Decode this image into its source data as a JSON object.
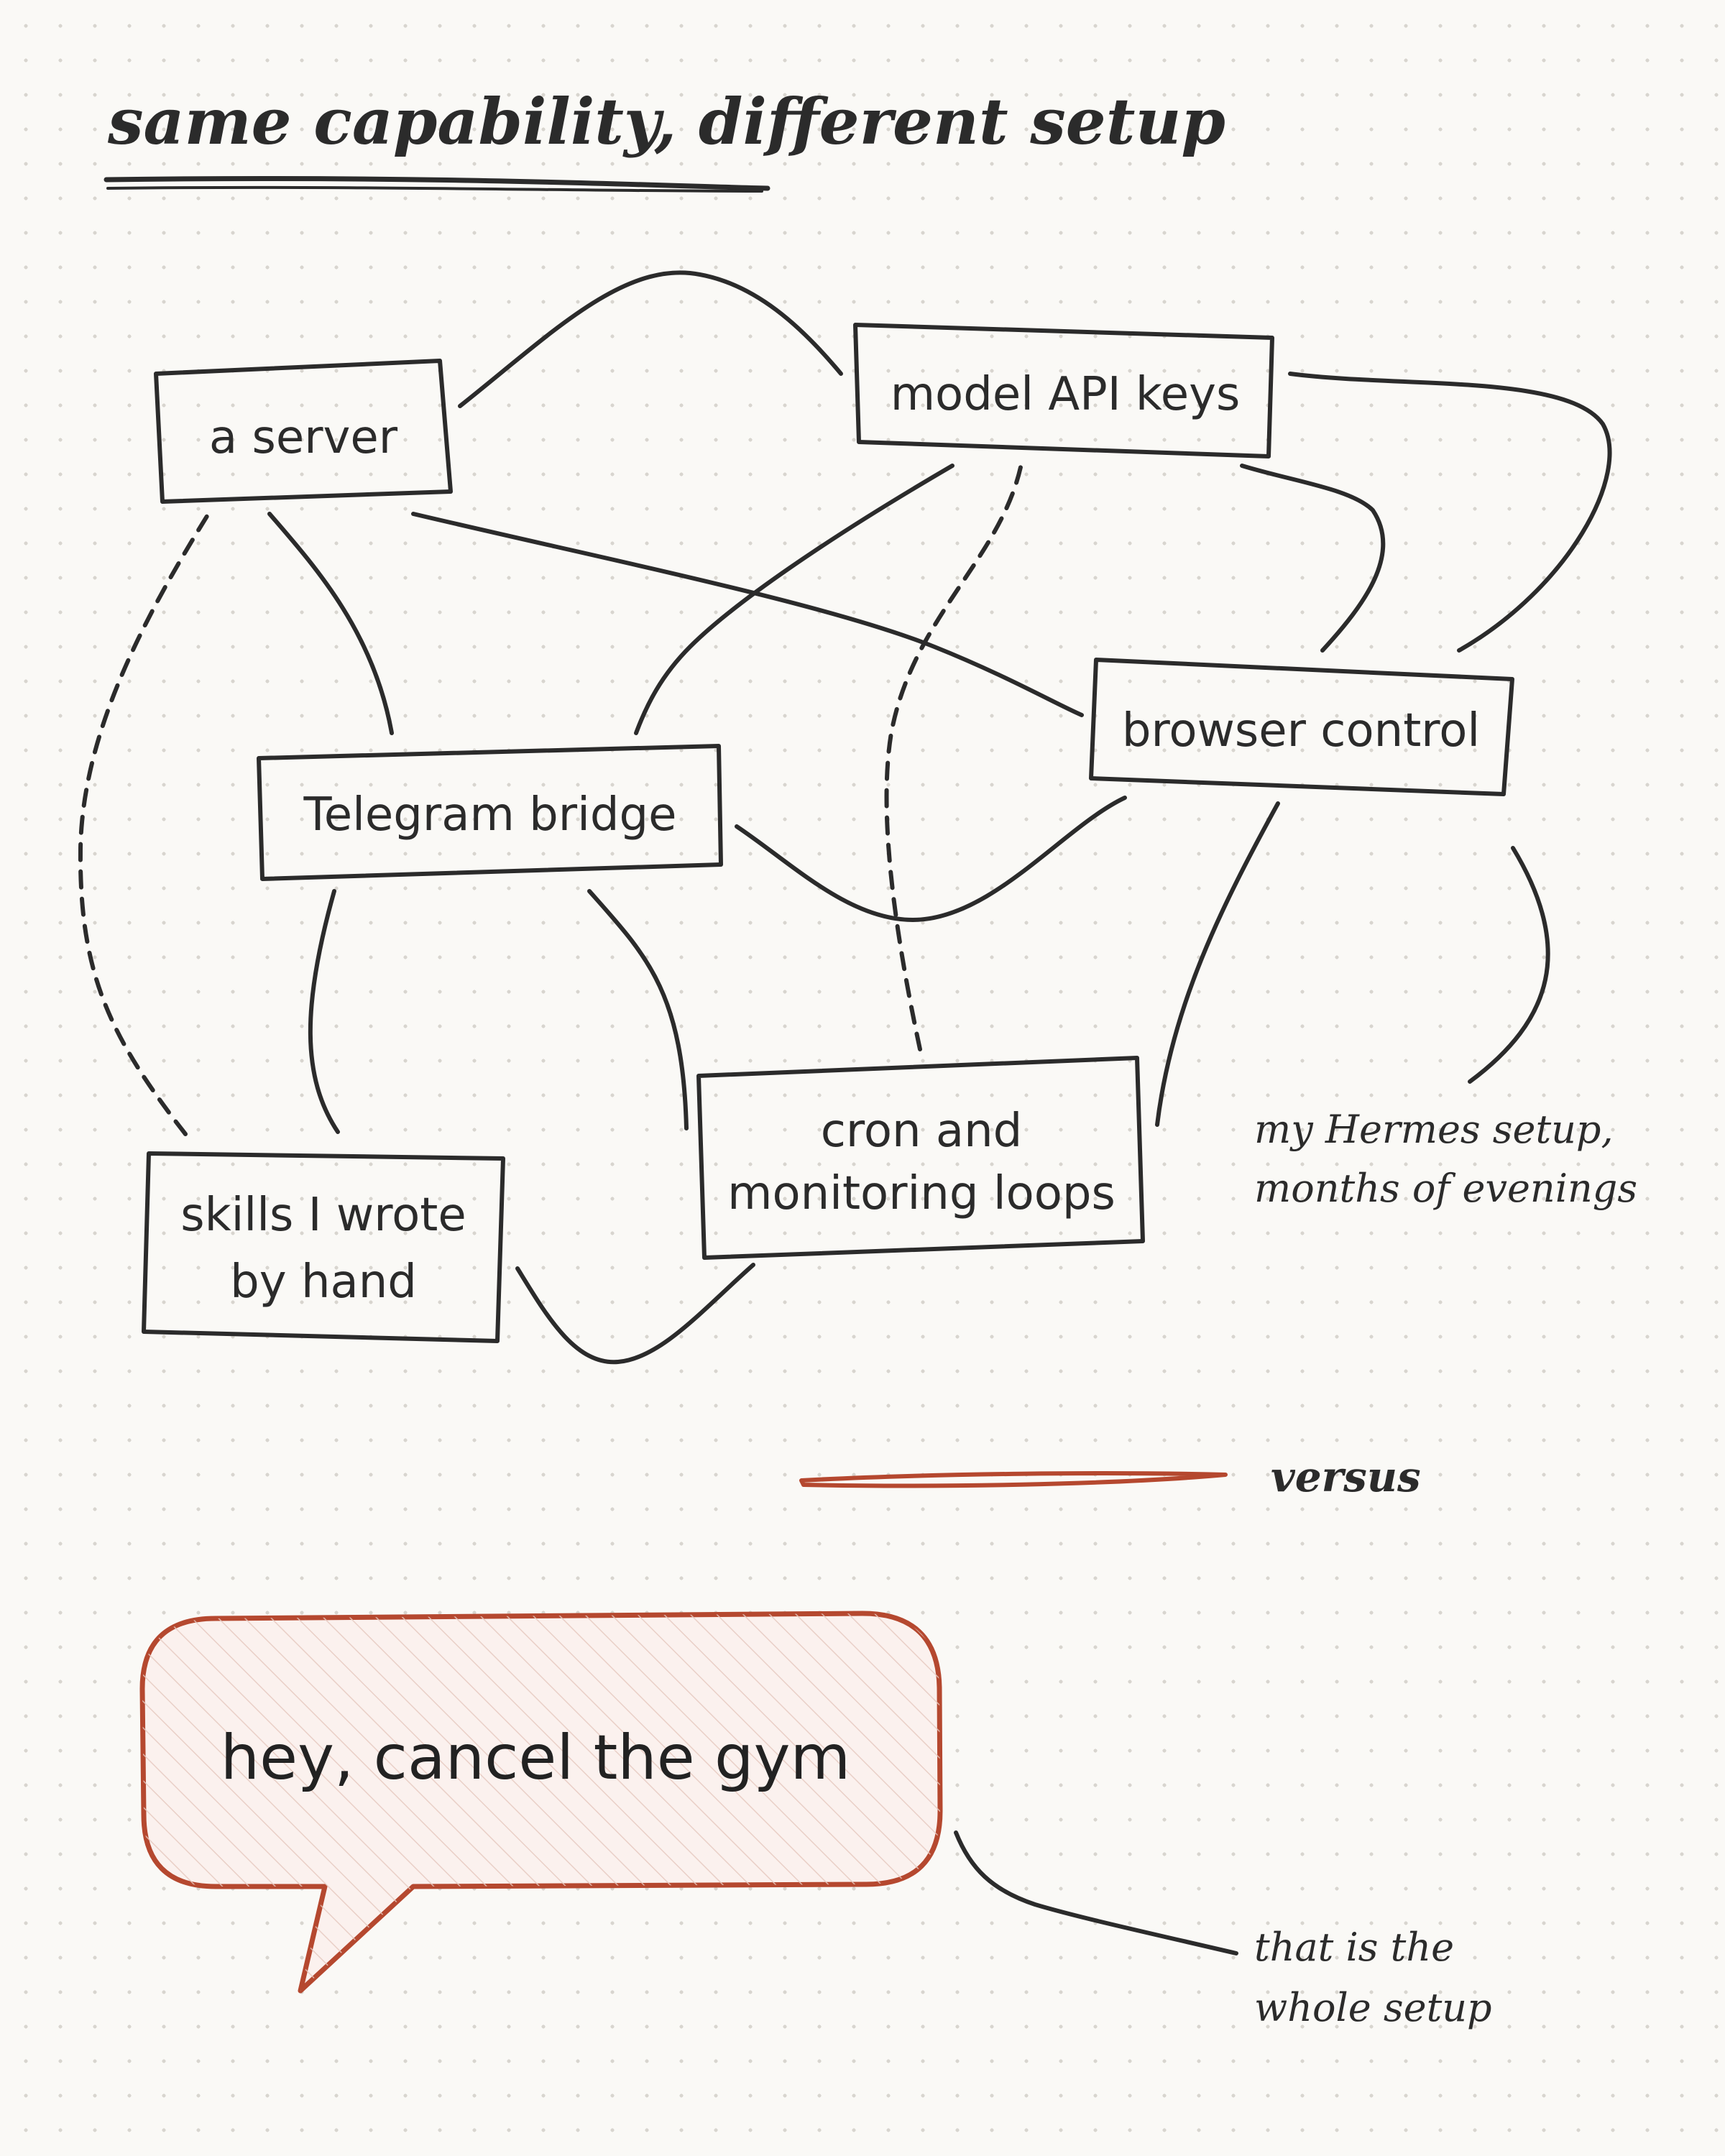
{
  "title": "same capability, different setup",
  "nodes": {
    "server": "a server",
    "api_keys": "model API keys",
    "browser": "browser control",
    "telegram": "Telegram bridge",
    "cron": [
      "cron and",
      "monitoring loops"
    ],
    "skills": [
      "skills I wrote",
      "by hand"
    ]
  },
  "notes": {
    "hermes": [
      "my Hermes setup,",
      "months of evenings"
    ],
    "versus": "versus",
    "whole_setup": [
      "that is the",
      "whole setup"
    ]
  },
  "bubble": {
    "message": "hey, cancel the gym"
  },
  "colors": {
    "ink": "#2b2b2b",
    "accent": "#b5482f",
    "bubble_fill": "#fbf1ee",
    "background": "#faf9f6"
  }
}
